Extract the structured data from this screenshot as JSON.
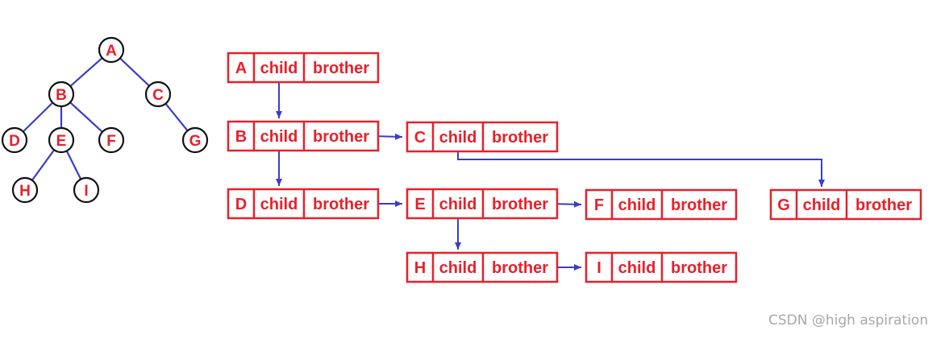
{
  "colors": {
    "accent": "#e8202a",
    "edge": "#3c3cc8",
    "node_outline": "#111111",
    "watermark": "#a8a8a8"
  },
  "tree": {
    "nodes": [
      "A",
      "B",
      "C",
      "D",
      "E",
      "F",
      "G",
      "H",
      "I"
    ],
    "edges": [
      [
        "A",
        "B"
      ],
      [
        "A",
        "C"
      ],
      [
        "B",
        "D"
      ],
      [
        "B",
        "E"
      ],
      [
        "B",
        "F"
      ],
      [
        "C",
        "G"
      ],
      [
        "E",
        "H"
      ],
      [
        "E",
        "I"
      ]
    ]
  },
  "records": [
    {
      "label": "A",
      "child": "child",
      "brother": "brother"
    },
    {
      "label": "B",
      "child": "child",
      "brother": "brother"
    },
    {
      "label": "C",
      "child": "child",
      "brother": "brother"
    },
    {
      "label": "D",
      "child": "child",
      "brother": "brother"
    },
    {
      "label": "E",
      "child": "child",
      "brother": "brother"
    },
    {
      "label": "F",
      "child": "child",
      "brother": "brother"
    },
    {
      "label": "G",
      "child": "child",
      "brother": "brother"
    },
    {
      "label": "H",
      "child": "child",
      "brother": "brother"
    },
    {
      "label": "I",
      "child": "child",
      "brother": "brother"
    }
  ],
  "links": [
    {
      "from": "A",
      "via": "child",
      "to": "B"
    },
    {
      "from": "B",
      "via": "child",
      "to": "D"
    },
    {
      "from": "B",
      "via": "brother",
      "to": "C"
    },
    {
      "from": "C",
      "via": "child",
      "to": "G"
    },
    {
      "from": "D",
      "via": "brother",
      "to": "E"
    },
    {
      "from": "E",
      "via": "brother",
      "to": "F"
    },
    {
      "from": "E",
      "via": "child",
      "to": "H"
    },
    {
      "from": "H",
      "via": "brother",
      "to": "I"
    }
  ],
  "watermark": "CSDN @high aspiration"
}
